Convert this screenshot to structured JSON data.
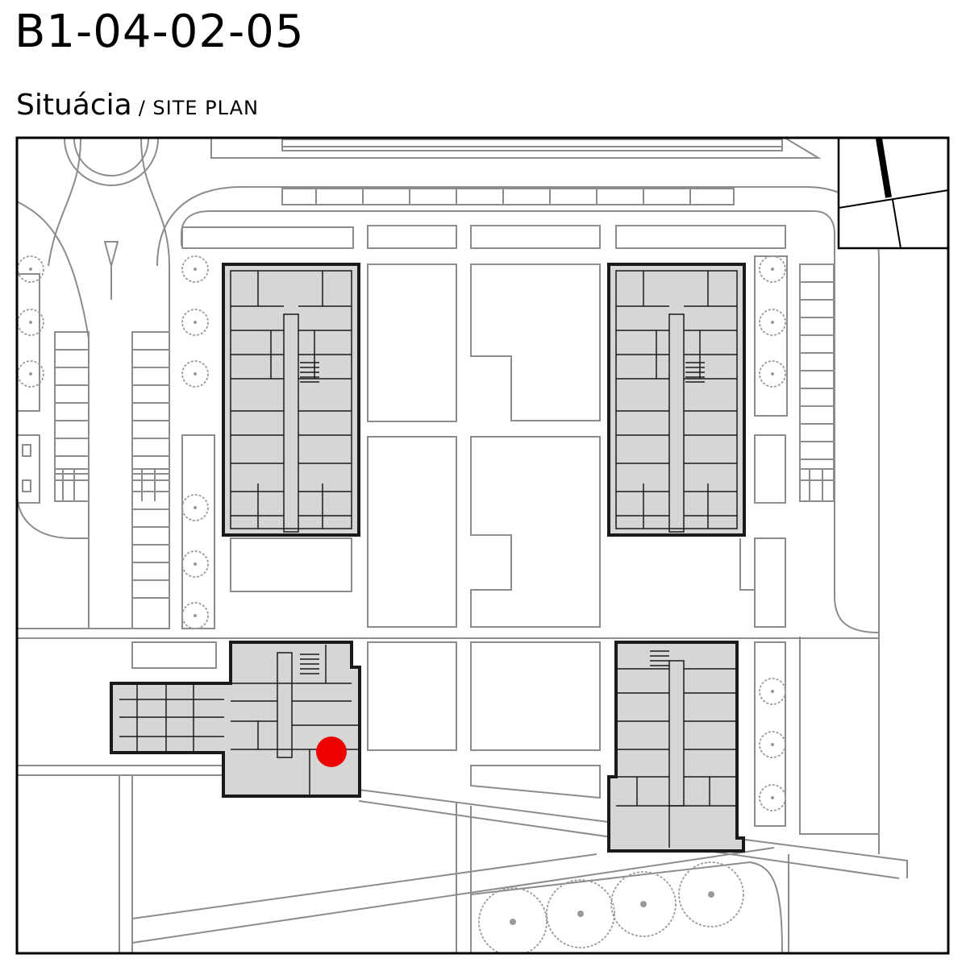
{
  "header": {
    "unit_code": "B1-04-02-05",
    "plan_title": "Situácia",
    "plan_subtitle": "/ SITE PLAN"
  },
  "site_plan": {
    "icons": [
      "north-arrow-icon",
      "location-marker-icon",
      "tree-icon"
    ],
    "colors": {
      "marker": "#ee0000",
      "building_fill": "#d6d6d6",
      "building_outline": "#1a1a1a",
      "site_lines": "#8c8c8c",
      "frame": "#000000"
    }
  }
}
